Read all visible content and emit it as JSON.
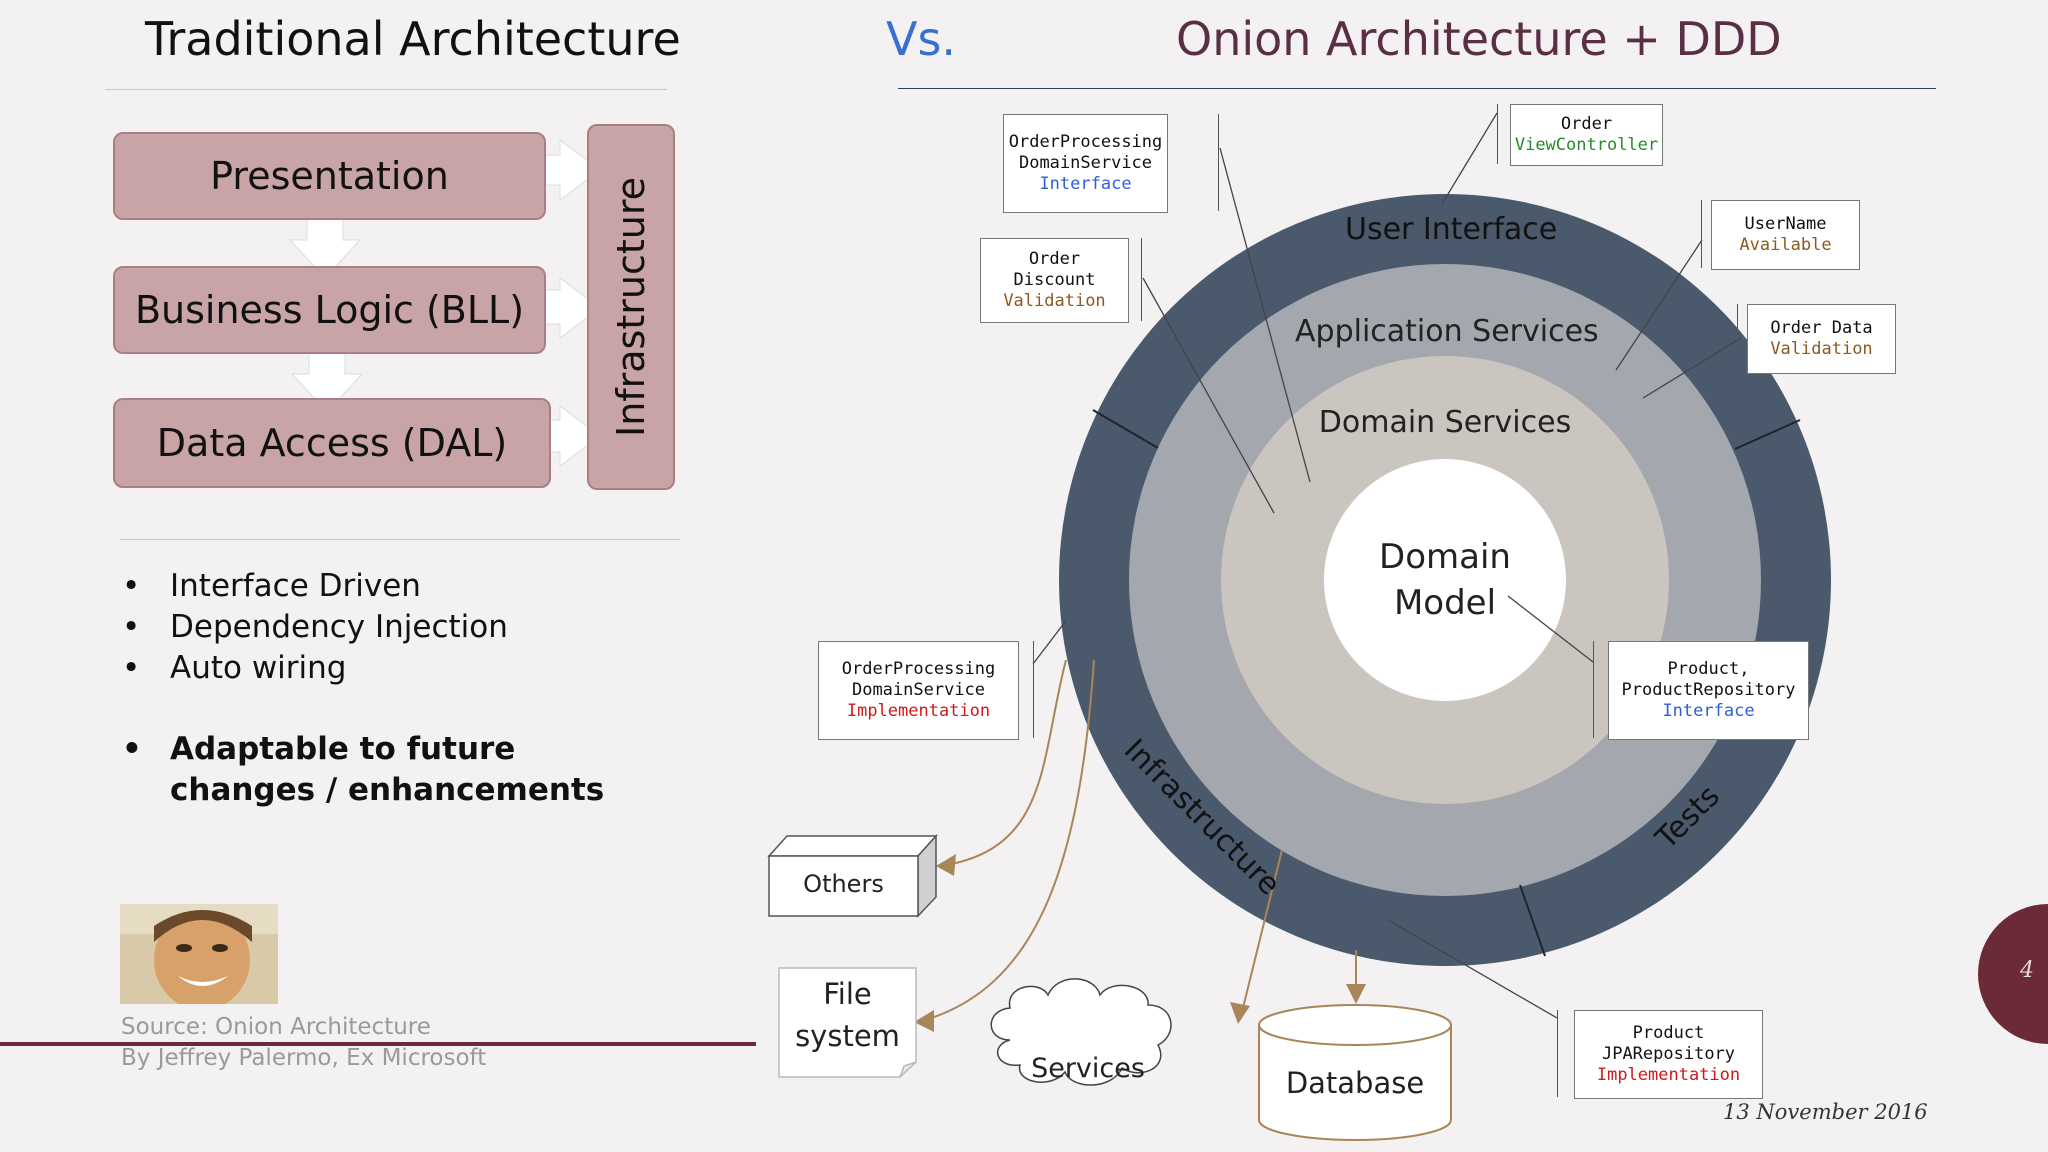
{
  "left": {
    "title": "Traditional Architecture",
    "layers": [
      "Presentation",
      "Business Logic (BLL)",
      "Data Access (DAL)"
    ],
    "infrastructure": "Infrastructure",
    "bullets": [
      "Interface Driven",
      "Dependency Injection",
      "Auto wiring"
    ],
    "bold_bullet": [
      "Adaptable to future",
      "changes / enhancements"
    ],
    "source_line1": "Source: Onion Architecture",
    "source_line2": "By Jeffrey Palermo, Ex Microsoft"
  },
  "vs": "Vs.",
  "right": {
    "title": "Onion Architecture + DDD",
    "rings": {
      "user_interface": "User Interface",
      "application_services": "Application Services",
      "domain_services": "Domain Services",
      "domain_model_line1": "Domain",
      "domain_model_line2": "Model",
      "infrastructure": "Infrastructure",
      "tests": "Tests"
    },
    "notes": {
      "op_interface": [
        "OrderProcessing",
        "DomainService",
        "Interface"
      ],
      "order_discount": [
        "Order",
        "Discount",
        "Validation"
      ],
      "order_viewcontroller": [
        "Order",
        "ViewController"
      ],
      "username": [
        "UserName",
        "Available"
      ],
      "order_data": [
        "Order Data",
        "Validation"
      ],
      "op_impl": [
        "OrderProcessing",
        "DomainService",
        "Implementation"
      ],
      "product_repo": [
        "Product,",
        "ProductRepository",
        "Interface"
      ],
      "product_jpa": [
        "Product",
        "JPARepository",
        "Implementation"
      ]
    },
    "externals": {
      "others": "Others",
      "file_line1": "File",
      "file_line2": "system",
      "services": "Services",
      "database": "Database"
    }
  },
  "page_number": "4",
  "date": "13 November 2016",
  "colors": {
    "outer_ring": "#4a5a6c",
    "app_ring": "#a4a8ae",
    "domain_ring": "#cbc5bf",
    "layer_fill": "#c8a4a6",
    "accent_line": "#6b2a37",
    "vs_blue": "#3a6fd0",
    "title_purple": "#5a2e45"
  }
}
